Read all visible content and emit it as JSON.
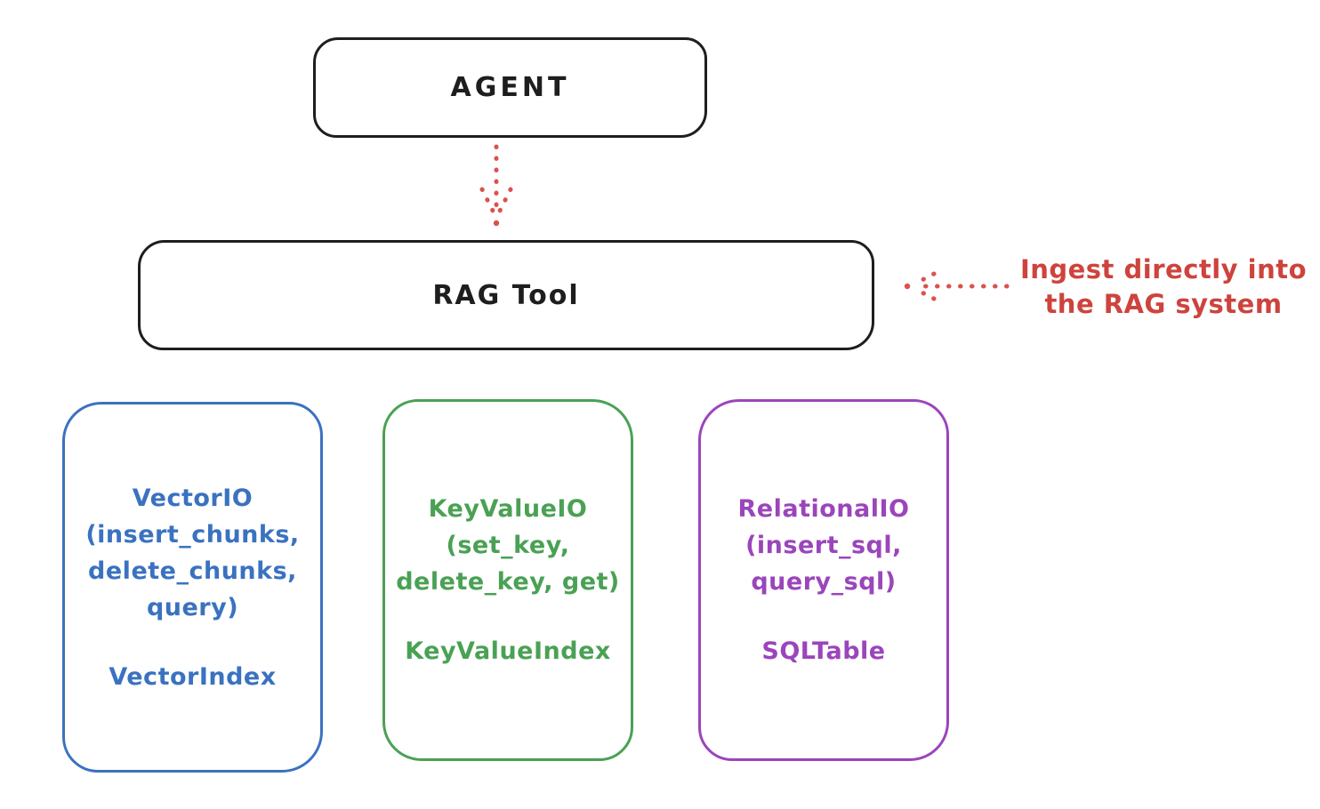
{
  "colors": {
    "ink": "#1e1e1e",
    "annotation_red": "#ce433d",
    "arrow_red": "#dc514d",
    "vector_blue": "#3a72c0",
    "keyvalue_green": "#4aa154",
    "relational_purple": "#9b45bb",
    "background": "#ffffff"
  },
  "nodes": {
    "agent": {
      "label": "AGENT"
    },
    "rag_tool": {
      "label": "RAG Tool"
    }
  },
  "annotation": {
    "line1": "Ingest directly into",
    "line2": "the RAG system"
  },
  "arrows": [
    {
      "id": "agent-to-rag-tool",
      "style": "dotted",
      "direction": "down"
    },
    {
      "id": "ingest-into-rag-system",
      "style": "dotted",
      "direction": "left"
    }
  ],
  "io_boxes": [
    {
      "id": "vector-io",
      "color": "#3a72c0",
      "lines": [
        "VectorIO",
        "(insert_chunks,",
        "delete_chunks,",
        "query)"
      ],
      "index_label": "VectorIndex"
    },
    {
      "id": "keyvalue-io",
      "color": "#4aa154",
      "lines": [
        "KeyValueIO",
        "(set_key,",
        "delete_key, get)"
      ],
      "index_label": "KeyValueIndex"
    },
    {
      "id": "relational-io",
      "color": "#9b45bb",
      "lines": [
        "RelationalIO",
        "(insert_sql,",
        "query_sql)"
      ],
      "index_label": "SQLTable"
    }
  ]
}
